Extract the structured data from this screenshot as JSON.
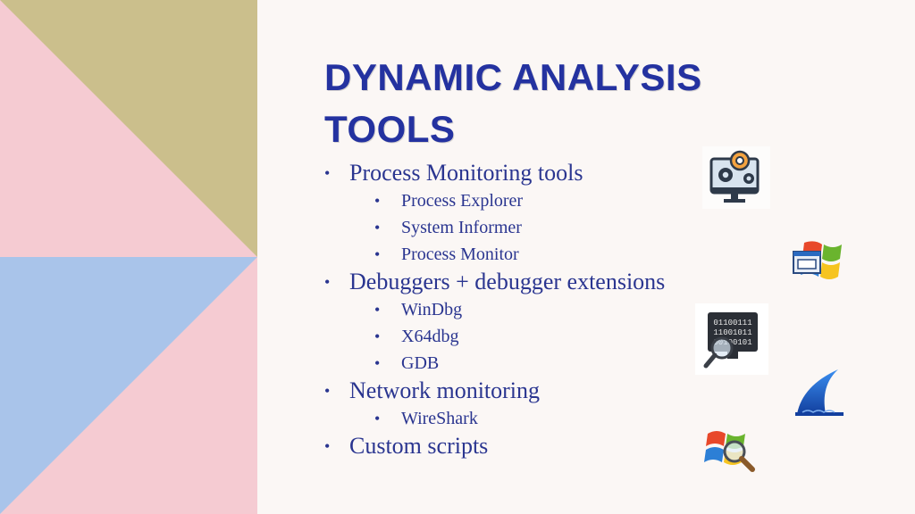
{
  "slide": {
    "title_line1": "DYNAMIC ANALYSIS",
    "title_line2": "TOOLS",
    "bullets": [
      {
        "level": 1,
        "text": "Process Monitoring tools"
      },
      {
        "level": 2,
        "text": "Process Explorer"
      },
      {
        "level": 2,
        "text": "System Informer"
      },
      {
        "level": 2,
        "text": "Process Monitor"
      },
      {
        "level": 1,
        "text": "Debuggers + debugger extensions"
      },
      {
        "level": 2,
        "text": "WinDbg"
      },
      {
        "level": 2,
        "text": "X64dbg"
      },
      {
        "level": 2,
        "text": "GDB"
      },
      {
        "level": 1,
        "text": "Network monitoring"
      },
      {
        "level": 2,
        "text": "WireShark"
      },
      {
        "level": 1,
        "text": "Custom scripts"
      }
    ],
    "bullet_glyph": "•",
    "icons": [
      "monitor-gears-icon",
      "windows-window-icon",
      "binary-magnifier-icon",
      "wireshark-fin-icon",
      "windows-magnifier-icon"
    ],
    "colors": {
      "title": "#2432a0",
      "text": "#2a3590",
      "background": "#fbf7f5",
      "olive": "#cbbf8c",
      "pink": "#f5cbd2",
      "blue": "#a9c4ea"
    }
  }
}
